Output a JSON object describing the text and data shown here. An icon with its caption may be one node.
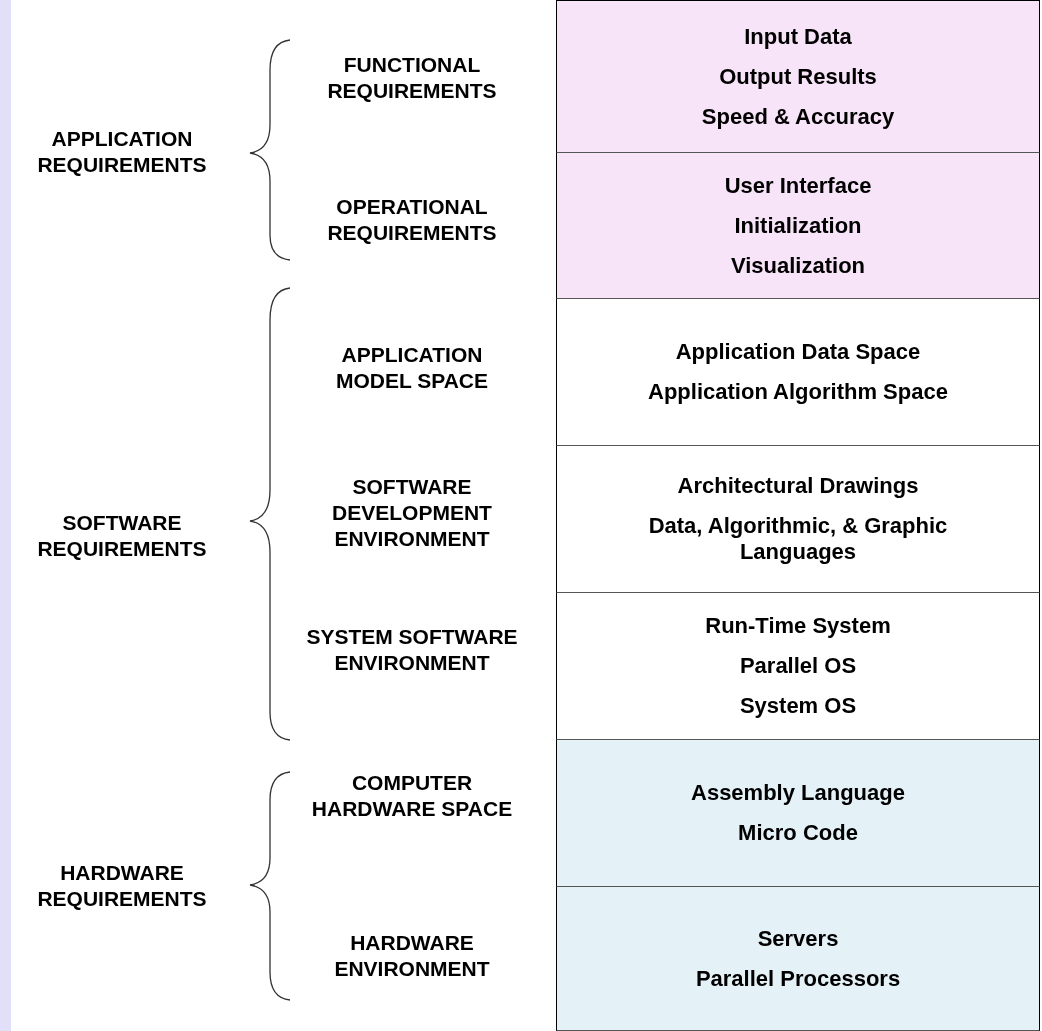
{
  "diagram": {
    "nodes": [
      {
        "text": [
          "Input Data",
          "Output Results",
          "Speed & Accuracy"
        ]
      },
      {
        "text": [
          "User Interface",
          "Initialization",
          "Visualization"
        ]
      },
      {
        "text": [
          "Application Data Space",
          "Application Algorithm Space"
        ]
      },
      {
        "text": [
          "Architectural Drawings",
          "Data, Algorithmic, & Graphic Languages"
        ]
      },
      {
        "text": [
          "Run-Time System",
          "Parallel OS",
          "System OS"
        ]
      },
      {
        "text": [
          "Assembly Language",
          "Micro Code"
        ]
      },
      {
        "text": [
          "Servers",
          "Parallel Processors"
        ]
      }
    ],
    "edges": [],
    "labels": [
      "FUNCTIONAL REQUIREMENTS",
      "APPLICATION REQUIREMENTS",
      "OPERATIONAL REQUIREMENTS",
      "APPLICATION MODEL SPACE",
      "SOFTWARE DEVELOPMENT ENVIRONMENT",
      "SOFTWARE REQUIREMENTS",
      "SYSTEM SOFTWARE ENVIRONMENT",
      "COMPUTER HARDWARE SPACE",
      "HARDWARE REQUIREMENTS",
      "HARDWARE ENVIRONMENT"
    ]
  }
}
